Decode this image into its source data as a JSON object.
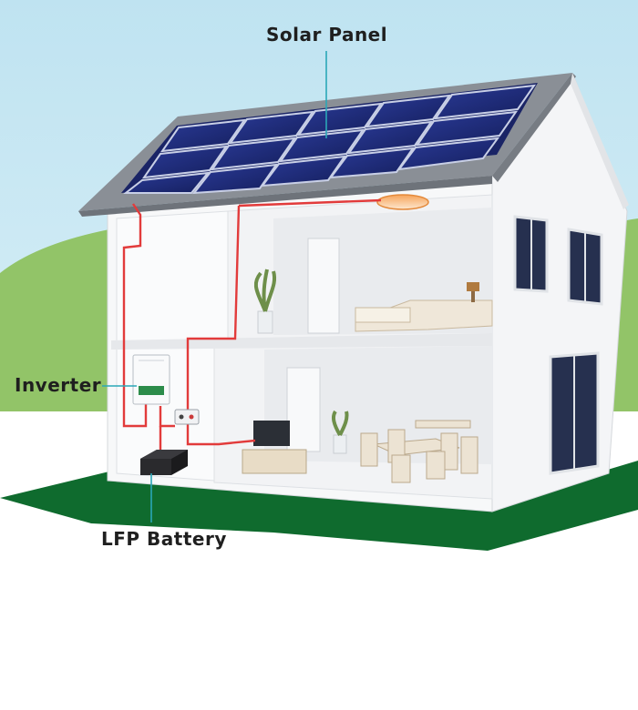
{
  "labels": {
    "solar_panel": "Solar Panel",
    "inverter": "Inverter",
    "battery": "LFP Battery"
  },
  "colors": {
    "sky": "#c6e6f2",
    "hill": "#93c46a",
    "lawn": "#0f6b2e",
    "panel": "#1c2a78",
    "wire": "#e23b3b",
    "roof": "#8a8f96",
    "wall": "#f7f8f9",
    "window": "#26304f"
  }
}
